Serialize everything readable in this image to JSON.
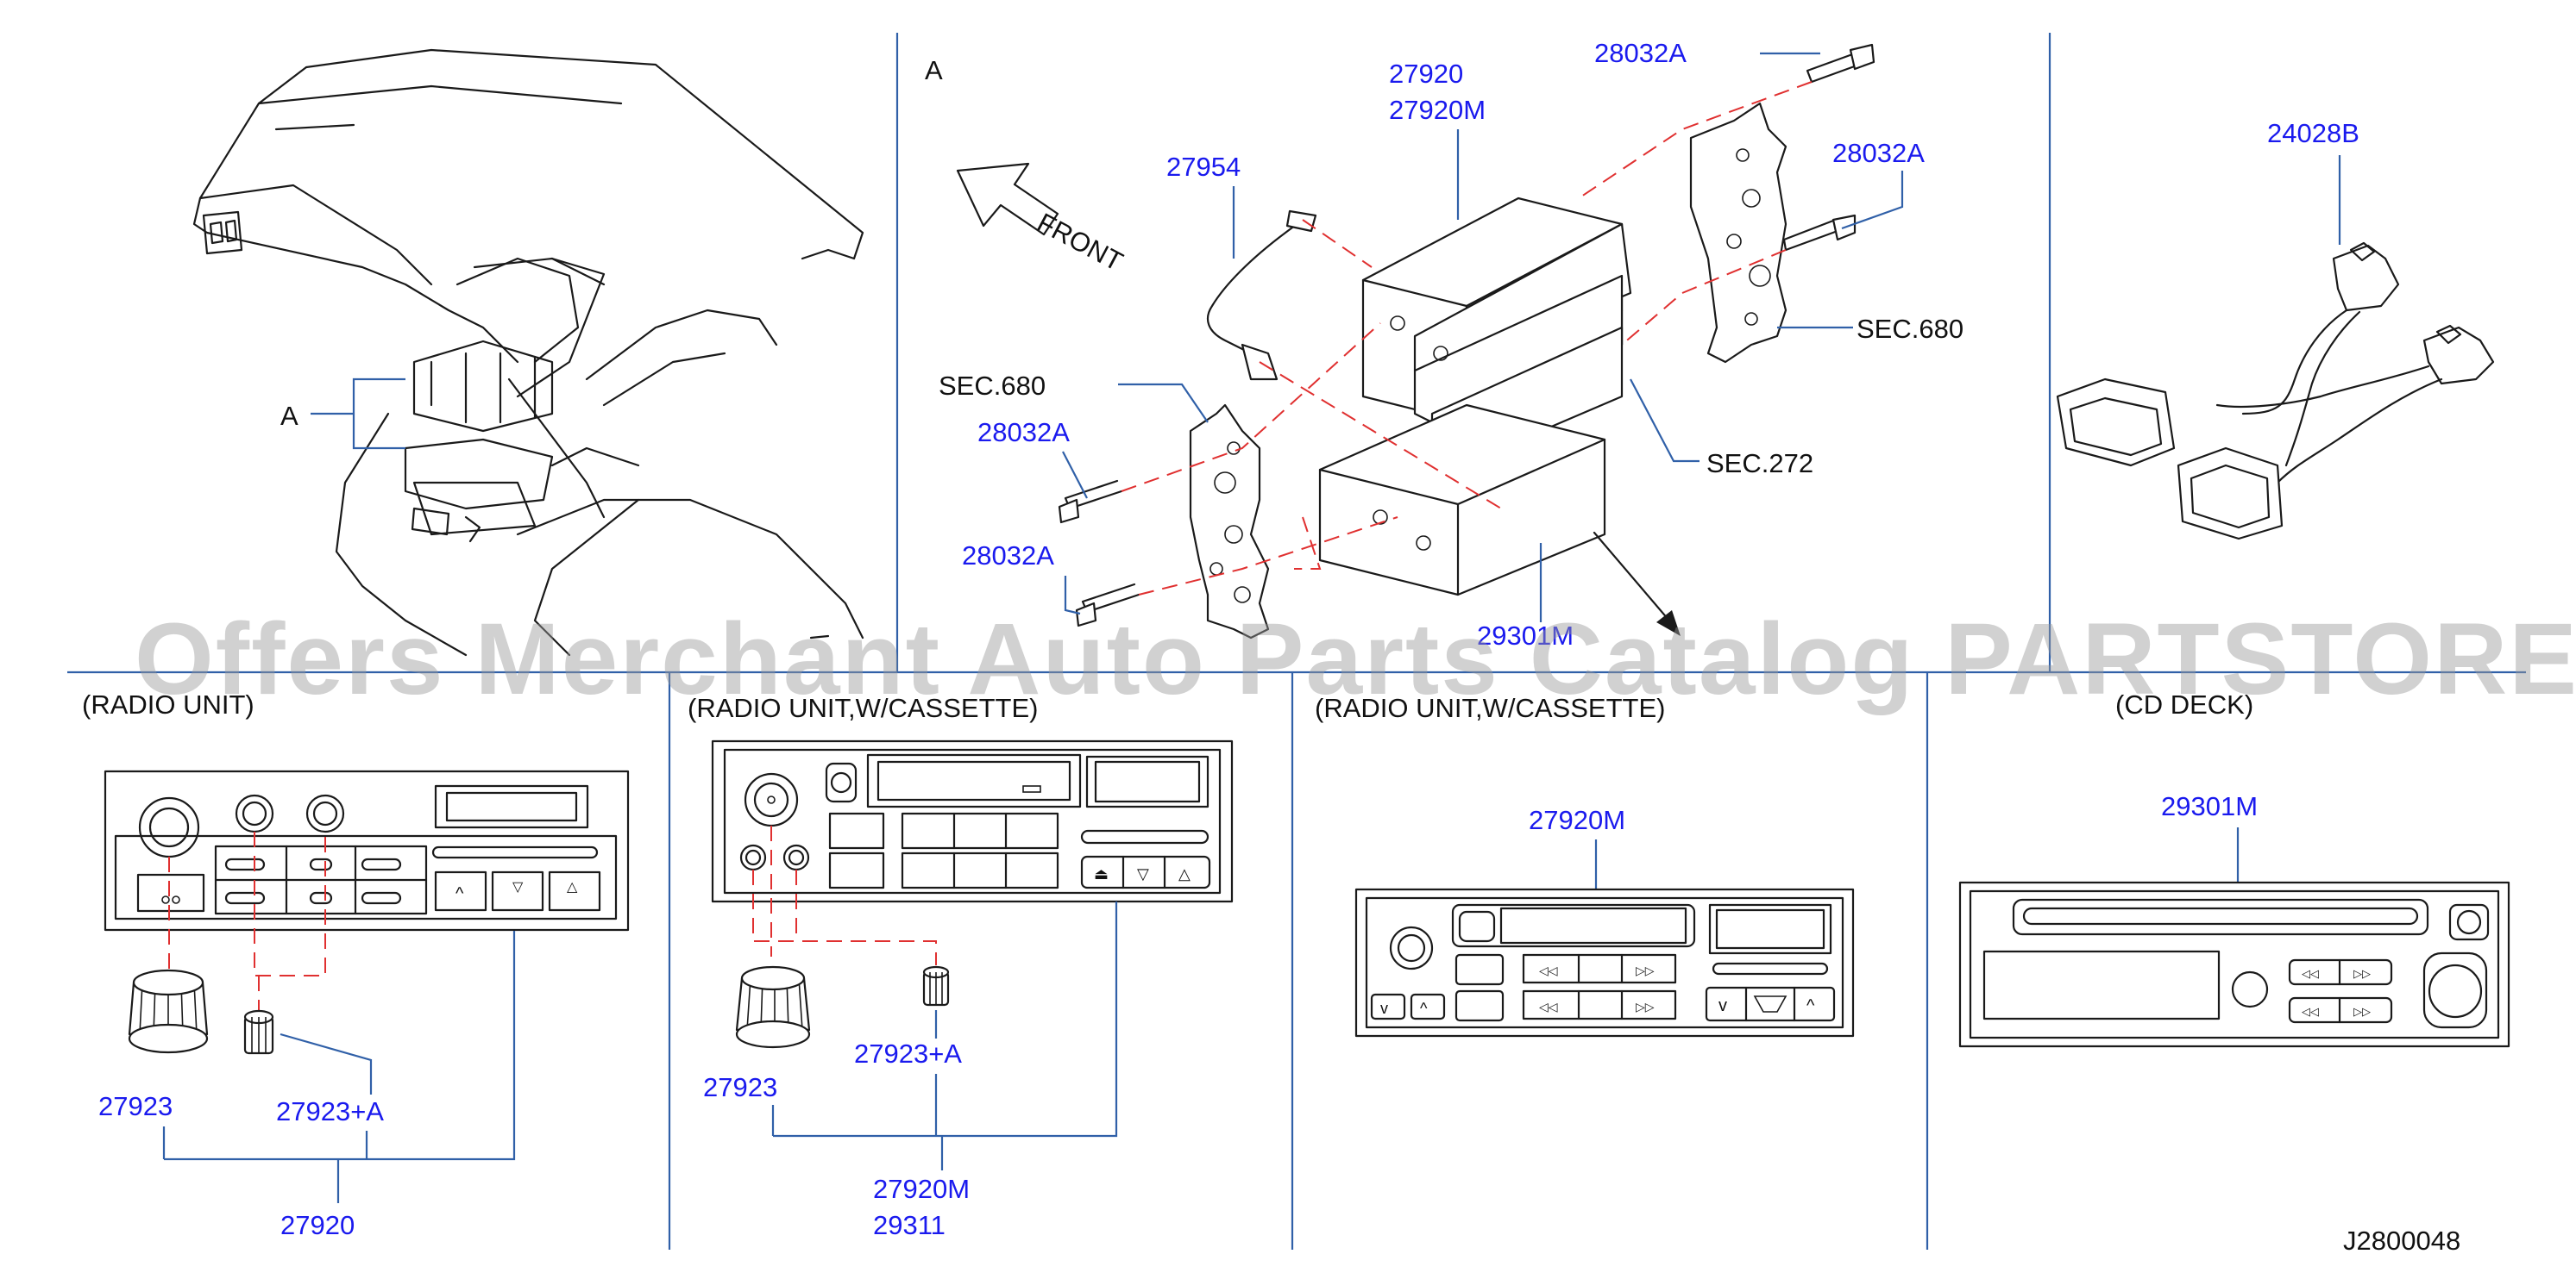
{
  "colors": {
    "part_number": "#1a1aee",
    "label": "#111111",
    "leader": "#3060a8",
    "dashed": "#e03030",
    "line": "#1a1a1a",
    "watermark": "#9a9a9a"
  },
  "watermark": "Offers Merchant Auto Parts Catalog PARTSTORE.SA",
  "diagram_code": "J2800048",
  "top": {
    "dash_label": "A",
    "view_label": "A",
    "front_label": "FRONT",
    "assembly": {
      "part_27920": "27920",
      "part_27920M": "27920M",
      "part_27954": "27954",
      "part_28032A_top": "28032A",
      "part_28032A_right": "28032A",
      "part_28032A_left1": "28032A",
      "part_28032A_left2": "28032A",
      "sec680_left": "SEC.680",
      "sec680_right": "SEC.680",
      "sec272": "SEC.272",
      "part_29301M": "29301M"
    },
    "harness_part": "24028B"
  },
  "panels": {
    "radio_unit": {
      "title": "(RADIO   UNIT)",
      "knob": "27923",
      "knob_small": "27923+A",
      "assembly": "27920"
    },
    "radio_cassette_1": {
      "title": "(RADIO   UNIT,W/CASSETTE)",
      "knob": "27923",
      "knob_small": "27923+A",
      "assembly": "27920M",
      "assembly_alt": "29311"
    },
    "radio_cassette_2": {
      "title": "(RADIO   UNIT,W/CASSETTE)",
      "assembly": "27920M"
    },
    "cd_deck": {
      "title": "(CD   DECK)",
      "assembly": "29301M"
    }
  }
}
